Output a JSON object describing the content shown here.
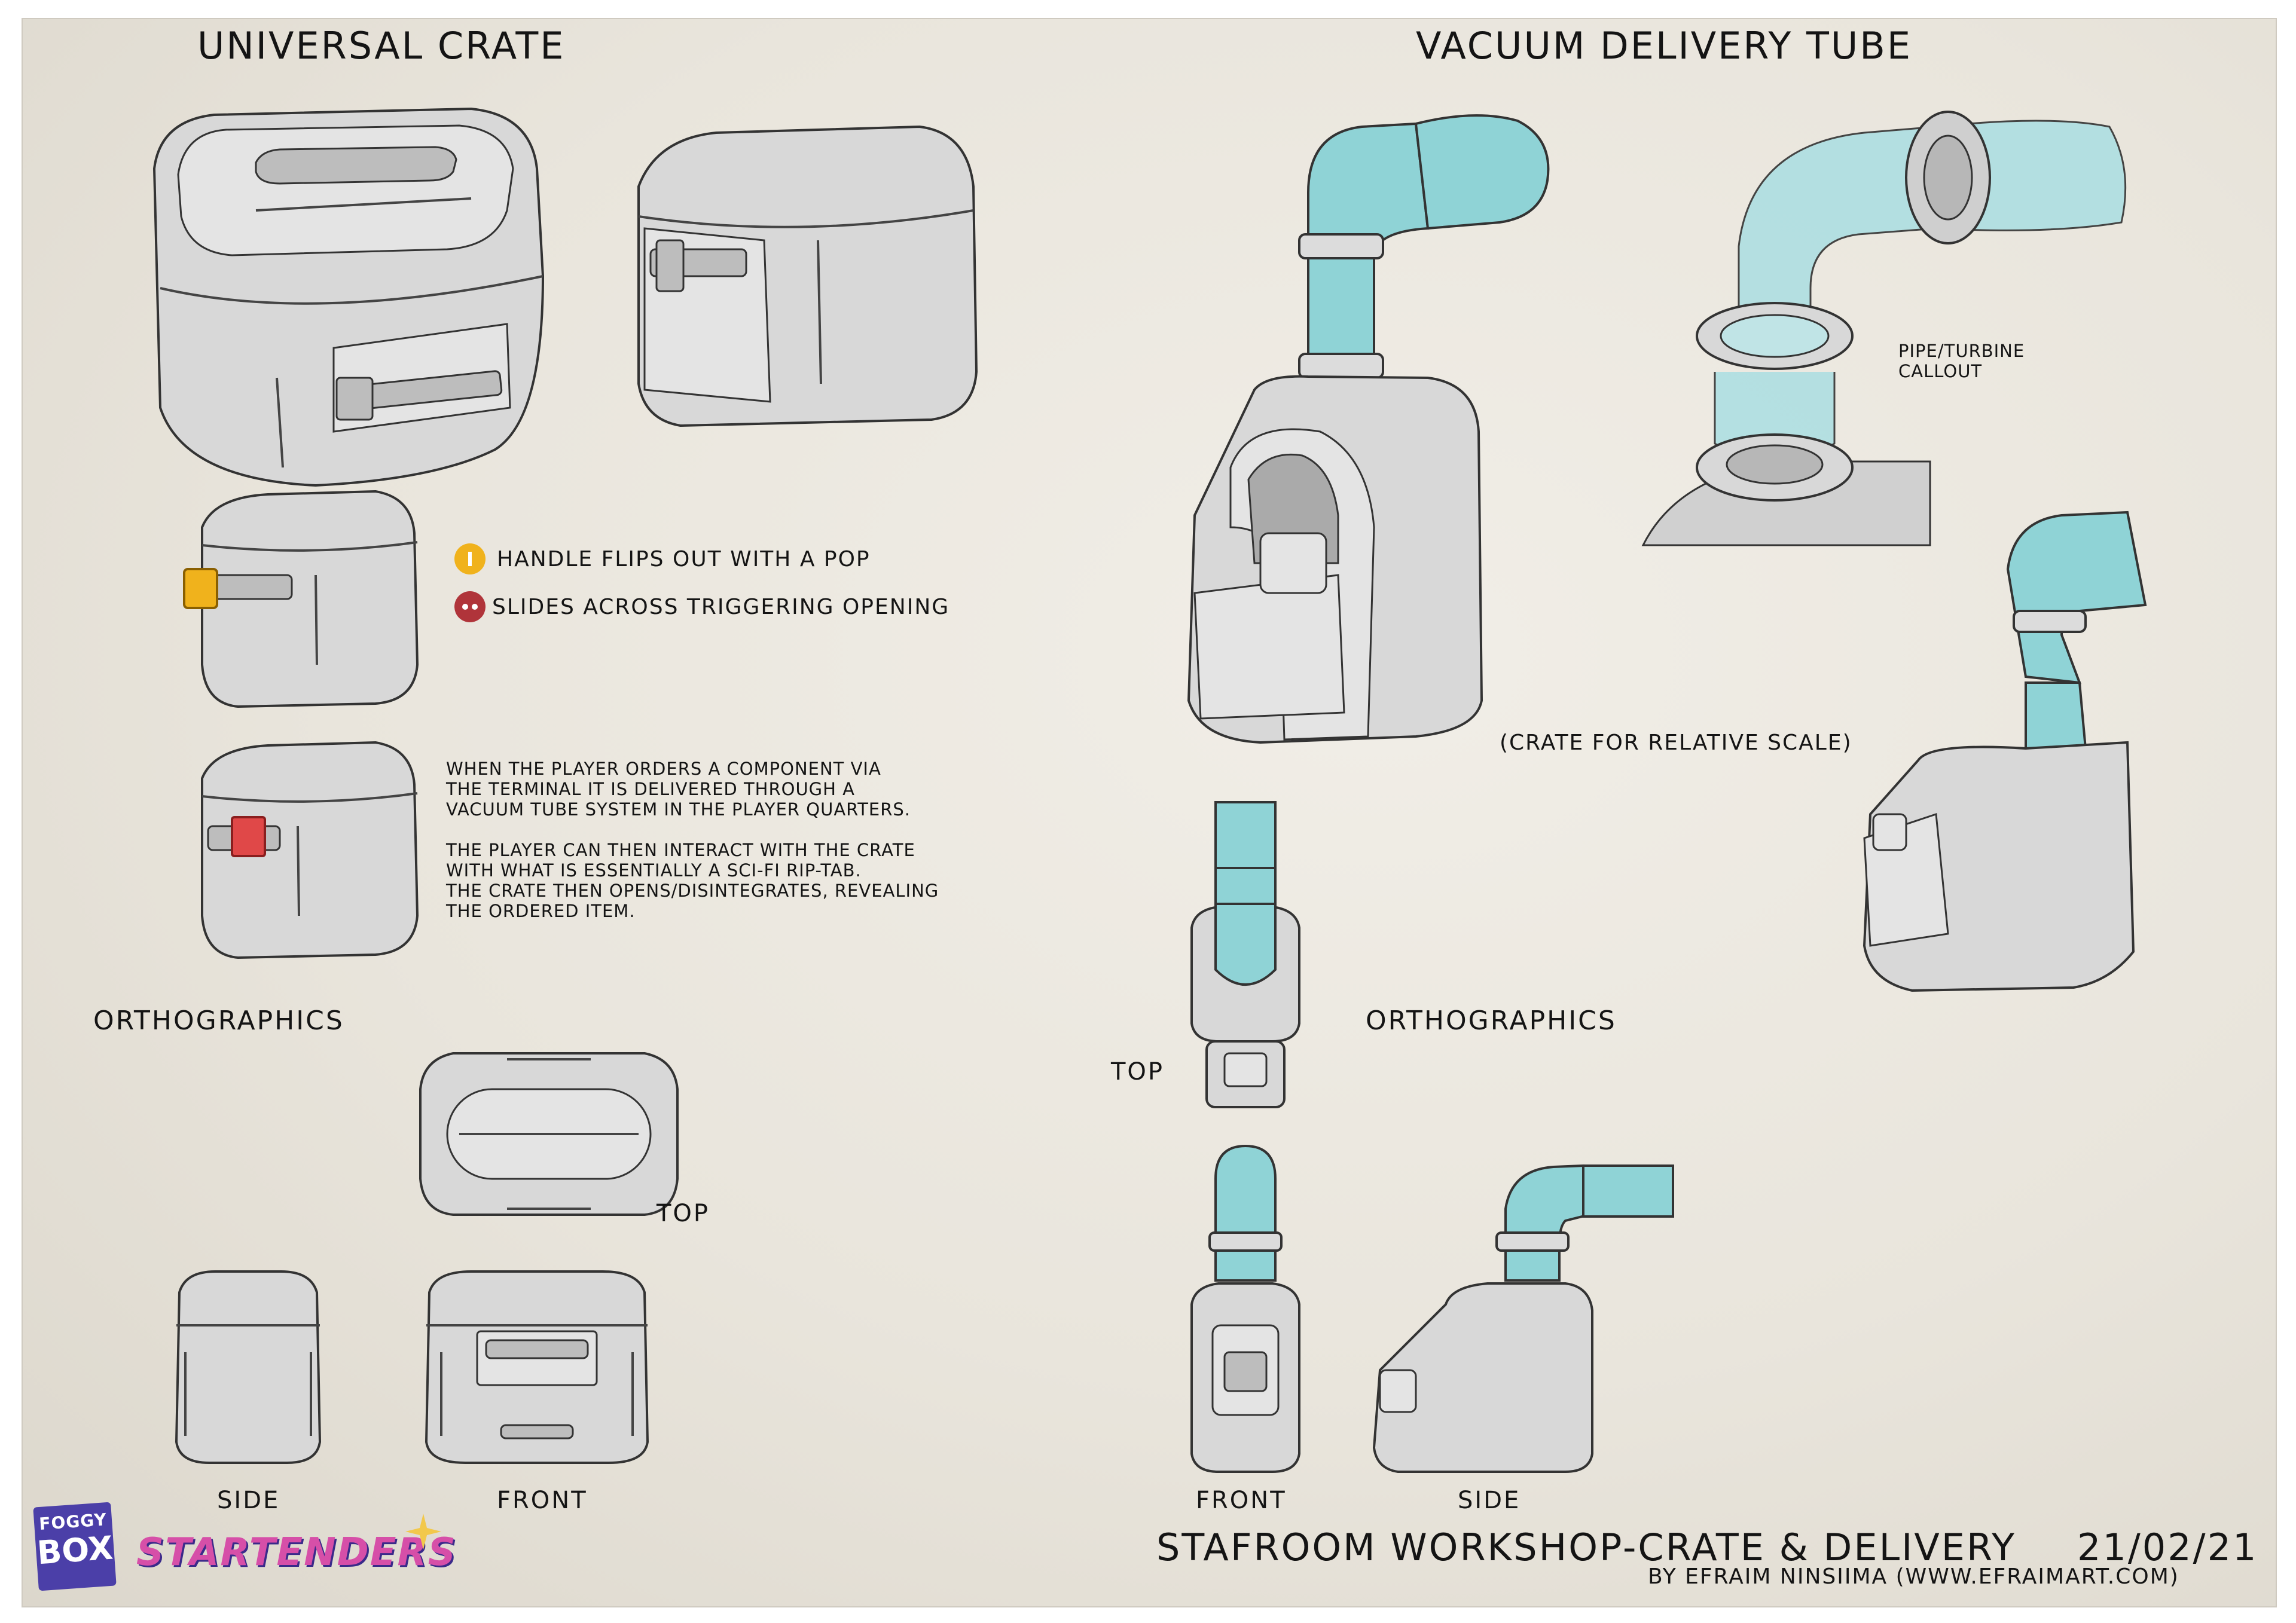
{
  "crate": {
    "title": "UNIVERSAL CRATE",
    "legend": [
      {
        "text": "HANDLE FLIPS OUT WITH A POP",
        "color": "#f0b21c"
      },
      {
        "text": "SLIDES ACROSS TRIGGERING OPENING",
        "color": "#b0343a"
      }
    ],
    "description": [
      "WHEN THE PLAYER ORDERS A COMPONENT VIA",
      " THE TERMINAL IT IS DELIVERED THROUGH A",
      "VACUUM TUBE SYSTEM IN THE PLAYER QUARTERS.",
      "",
      "THE PLAYER CAN THEN INTERACT WITH THE CRATE",
      "WITH WHAT IS ESSENTIALLY A SCI-FI RIP-TAB.",
      "THE CRATE THEN OPENS/DISINTEGRATES, REVEALING",
      "THE ORDERED ITEM."
    ],
    "ortho_title": "ORTHOGRAPHICS",
    "ortho_labels": {
      "top": "TOP",
      "side": "SIDE",
      "front": "FRONT"
    }
  },
  "tube": {
    "title": "VACUUM DELIVERY TUBE",
    "callout": [
      "PIPE/TURBINE",
      "CALLOUT"
    ],
    "scale_note": "(CRATE FOR RELATIVE SCALE)",
    "ortho_title": "ORTHOGRAPHICS",
    "ortho_labels": {
      "top": "TOP",
      "front": "FRONT",
      "side": "SIDE"
    }
  },
  "footer": {
    "title": "STAFROOM WORKSHOP-CRATE & DELIVERY",
    "date": "21/02/21",
    "credit": "BY EFRAIM NINSIIMA (WWW.EFRAIMART.COM)",
    "logos": {
      "foggy_top": "FOGGY",
      "foggy_bottom": "BOX",
      "startenders": "STARTENDERS"
    }
  },
  "colors": {
    "pipe": "#8fd3d6",
    "handle": "#f0b21c",
    "tab": "#e04848"
  }
}
